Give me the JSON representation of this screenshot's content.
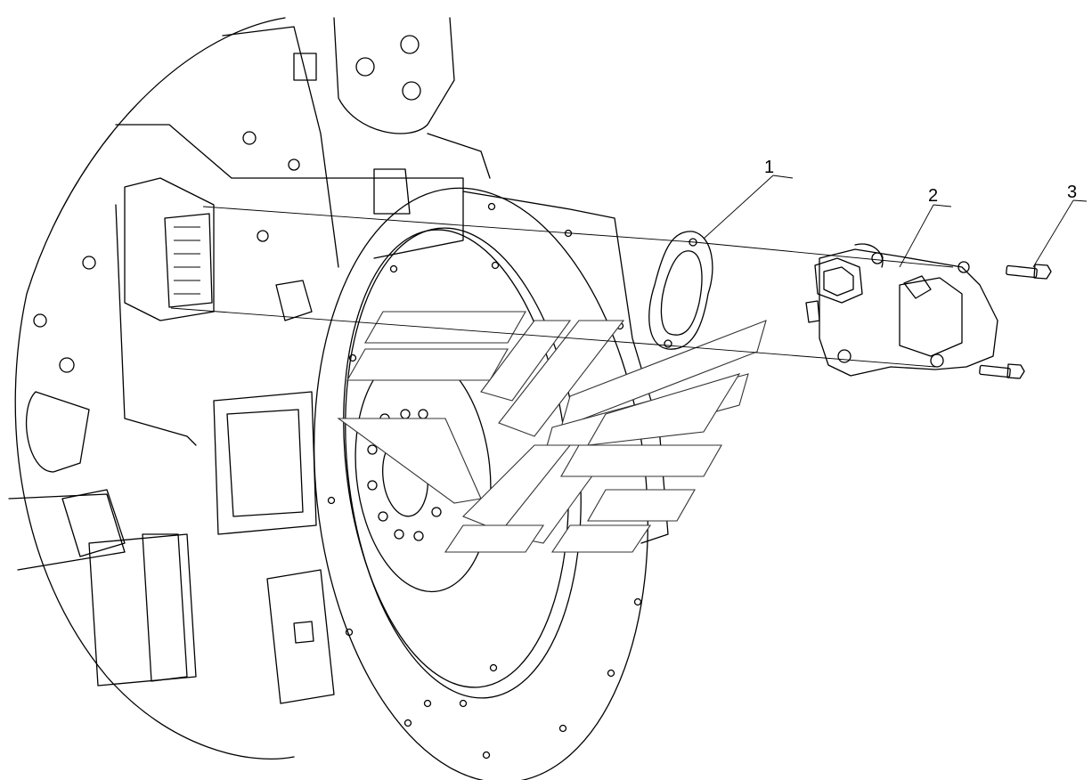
{
  "callouts": {
    "c1": "1",
    "c2": "2",
    "c3": "3"
  },
  "parts": {
    "p1": "gasket",
    "p2": "power-take-off-unit",
    "p3": "bolt"
  },
  "colors": {
    "line": "#000000",
    "background": "#ffffff"
  }
}
